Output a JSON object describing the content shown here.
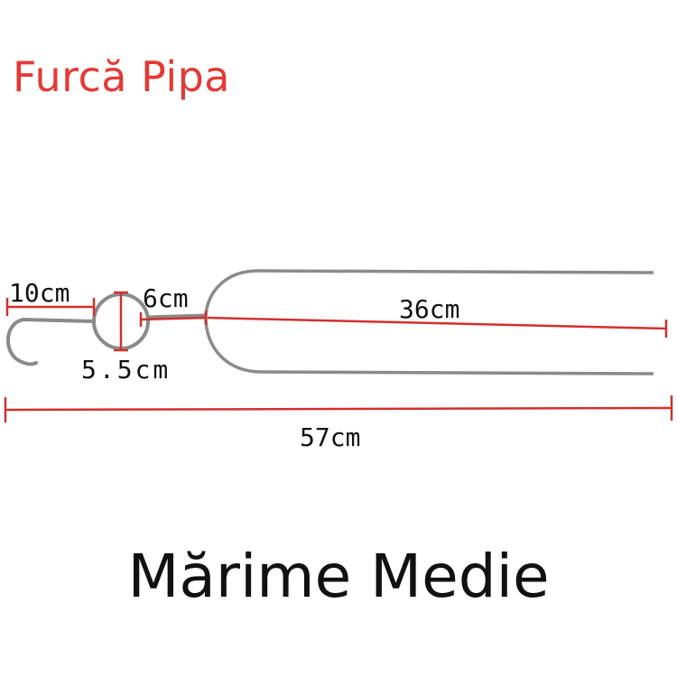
{
  "title": "Furcă Pipa",
  "size_label": "Mărime Medie",
  "dimensions": {
    "hook": "10cm",
    "ring": "5.5cm",
    "neck": "6cm",
    "prong": "36cm",
    "total": "57cm"
  },
  "colors": {
    "title": "#e53935",
    "measure_line": "#d32f2f",
    "metal": "#8a8a8a",
    "text": "#111111"
  }
}
